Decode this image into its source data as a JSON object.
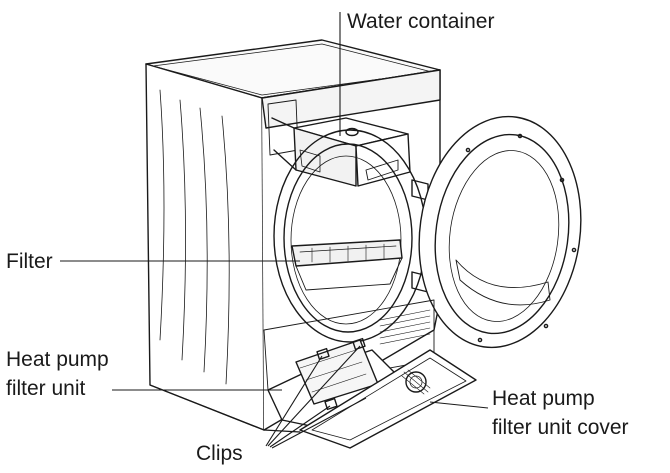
{
  "labels": {
    "water_container": "Water container",
    "filter": "Filter",
    "heat_pump_filter_unit_line1": "Heat pump",
    "heat_pump_filter_unit_line2": "filter unit",
    "heat_pump_filter_unit_cover_line1": "Heat pump",
    "heat_pump_filter_unit_cover_line2": "filter unit cover",
    "clips": "Clips"
  },
  "colors": {
    "line": "#1a1a1a",
    "background": "#ffffff"
  }
}
